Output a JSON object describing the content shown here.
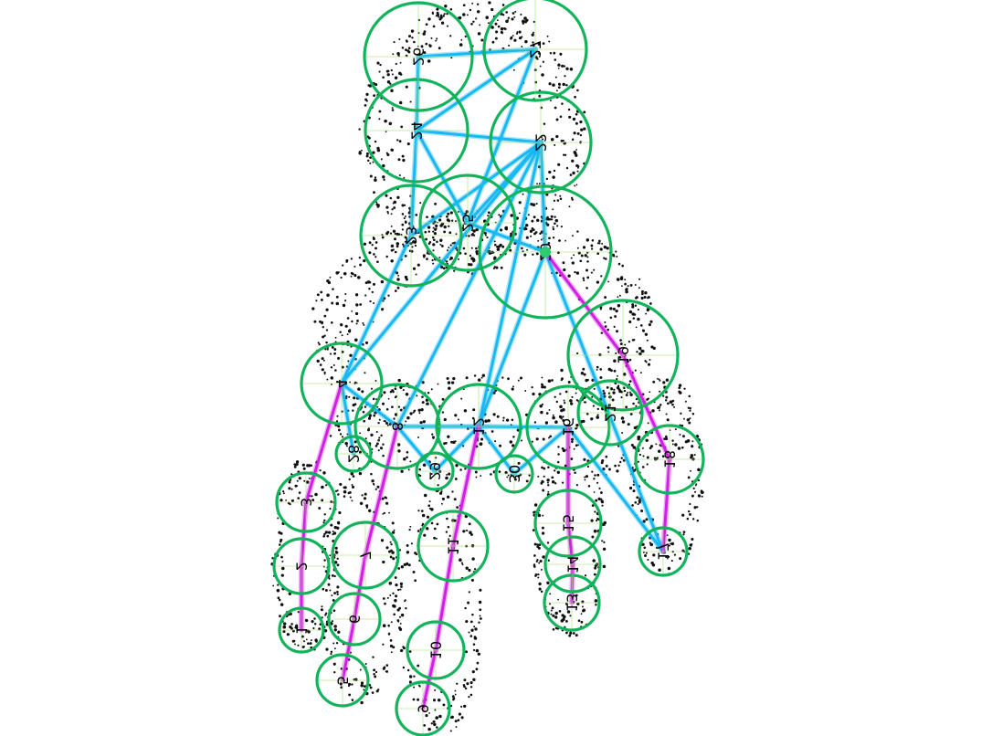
{
  "colors": {
    "background": "#ffffff",
    "points": "#111111",
    "node_circle": "#13b35c",
    "crosshair": "#a6e37a",
    "spine_link": "#18b8f2",
    "finger_link": "#d21ee6",
    "root_marker": "#2ecc71"
  },
  "nodes": [
    {
      "id": "1",
      "label": "1"
    },
    {
      "id": "2",
      "label": "2"
    },
    {
      "id": "3",
      "label": "3"
    },
    {
      "id": "4",
      "label": "4"
    },
    {
      "id": "5",
      "label": "5"
    },
    {
      "id": "6",
      "label": "6"
    },
    {
      "id": "7",
      "label": "7"
    },
    {
      "id": "8",
      "label": "8"
    },
    {
      "id": "9",
      "label": "9"
    },
    {
      "id": "10",
      "label": "10"
    },
    {
      "id": "11",
      "label": "11"
    },
    {
      "id": "12",
      "label": "12"
    },
    {
      "id": "13",
      "label": "13"
    },
    {
      "id": "14",
      "label": "14"
    },
    {
      "id": "15",
      "label": "15"
    },
    {
      "id": "16",
      "label": "16"
    },
    {
      "id": "17",
      "label": "17"
    },
    {
      "id": "18",
      "label": "18"
    },
    {
      "id": "19",
      "label": "19"
    },
    {
      "id": "20",
      "label": "20"
    },
    {
      "id": "21",
      "label": "21"
    },
    {
      "id": "22",
      "label": "22"
    },
    {
      "id": "23",
      "label": "23"
    },
    {
      "id": "24",
      "label": "24"
    },
    {
      "id": "25",
      "label": "25"
    },
    {
      "id": "26",
      "label": "26"
    },
    {
      "id": "27",
      "label": "27"
    },
    {
      "id": "28",
      "label": "28"
    },
    {
      "id": "29",
      "label": "29"
    },
    {
      "id": "30",
      "label": "30"
    }
  ],
  "edges": [
    {
      "from": "26",
      "to": "27",
      "kind": "spine"
    },
    {
      "from": "27",
      "to": "24",
      "kind": "spine"
    },
    {
      "from": "26",
      "to": "24",
      "kind": "spine"
    },
    {
      "from": "24",
      "to": "25",
      "kind": "spine"
    },
    {
      "from": "27",
      "to": "25",
      "kind": "spine"
    },
    {
      "from": "24",
      "to": "23",
      "kind": "spine"
    },
    {
      "from": "24",
      "to": "22",
      "kind": "spine"
    },
    {
      "from": "25",
      "to": "22",
      "kind": "spine"
    },
    {
      "from": "25",
      "to": "20",
      "kind": "spine"
    },
    {
      "from": "22",
      "to": "23",
      "kind": "spine"
    },
    {
      "from": "22",
      "to": "20",
      "kind": "spine"
    },
    {
      "from": "23",
      "to": "4",
      "kind": "spine"
    },
    {
      "from": "22",
      "to": "4",
      "kind": "spine"
    },
    {
      "from": "22",
      "to": "8",
      "kind": "spine"
    },
    {
      "from": "22",
      "to": "12",
      "kind": "spine"
    },
    {
      "from": "20",
      "to": "12",
      "kind": "spine"
    },
    {
      "from": "20",
      "to": "17",
      "kind": "spine"
    },
    {
      "from": "4",
      "to": "8",
      "kind": "spine"
    },
    {
      "from": "8",
      "to": "12",
      "kind": "spine"
    },
    {
      "from": "12",
      "to": "16",
      "kind": "spine"
    },
    {
      "from": "16",
      "to": "17",
      "kind": "spine"
    },
    {
      "from": "4",
      "to": "28",
      "kind": "spine"
    },
    {
      "from": "8",
      "to": "29",
      "kind": "spine"
    },
    {
      "from": "12",
      "to": "29",
      "kind": "spine"
    },
    {
      "from": "12",
      "to": "30",
      "kind": "spine"
    },
    {
      "from": "16",
      "to": "30",
      "kind": "spine"
    },
    {
      "from": "20",
      "to": "19",
      "kind": "finger"
    },
    {
      "from": "19",
      "to": "18",
      "kind": "finger"
    },
    {
      "from": "18",
      "to": "17",
      "kind": "finger"
    },
    {
      "from": "4",
      "to": "3",
      "kind": "finger"
    },
    {
      "from": "3",
      "to": "2",
      "kind": "finger"
    },
    {
      "from": "2",
      "to": "1",
      "kind": "finger"
    },
    {
      "from": "8",
      "to": "7",
      "kind": "finger"
    },
    {
      "from": "7",
      "to": "6",
      "kind": "finger"
    },
    {
      "from": "6",
      "to": "5",
      "kind": "finger"
    },
    {
      "from": "12",
      "to": "11",
      "kind": "finger"
    },
    {
      "from": "11",
      "to": "10",
      "kind": "finger"
    },
    {
      "from": "10",
      "to": "9",
      "kind": "finger"
    },
    {
      "from": "16",
      "to": "15",
      "kind": "finger"
    },
    {
      "from": "15",
      "to": "14",
      "kind": "finger"
    },
    {
      "from": "14",
      "to": "13",
      "kind": "finger"
    }
  ]
}
